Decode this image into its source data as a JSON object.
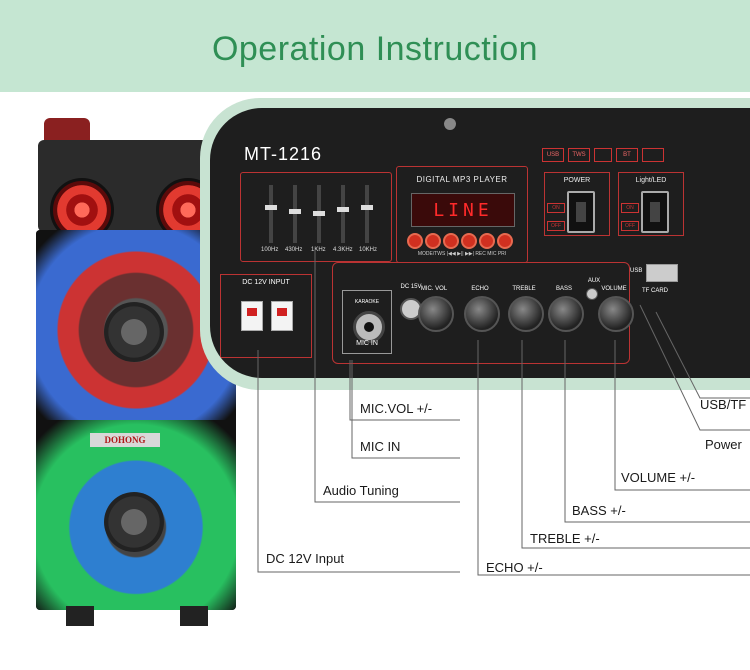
{
  "header": {
    "title": "Operation Instruction",
    "bg_color": "#c5e6d2",
    "title_color": "#2f8f55"
  },
  "speaker": {
    "brand": "DOHONG"
  },
  "panel": {
    "model": "MT-1216",
    "mp3_title": "DIGITAL MP3 PLAYER",
    "display_text": "LINE",
    "mp3_buttons_label": "MODE/TWS  |◀◀  ▶||  ▶▶|  REC  MIC PRI",
    "power_label": "POWER",
    "light_label": "Light/LED",
    "on_label": "ON",
    "off_label": "OFF",
    "dc_input_label": "DC 12V INPUT",
    "mic_in_label": "MIC IN",
    "karaoke_label": "KARAOKE",
    "dc15_label": "DC 15V",
    "aux_label": "AUX",
    "usb_label": "USB",
    "tf_card_label": "TF CARD",
    "knobs": [
      {
        "label": "MIC. VOL"
      },
      {
        "label": "ECHO"
      },
      {
        "label": "TREBLE"
      },
      {
        "label": "BASS"
      },
      {
        "label": "VOLUME"
      }
    ],
    "eq_bands": [
      "100Hz",
      "430Hz",
      "1KHz",
      "4.3KHz",
      "10KHz"
    ],
    "top_icons": [
      "USB",
      "TWS",
      "BT"
    ]
  },
  "callouts": {
    "usb_tf": "USB/TF",
    "power": "Power",
    "volume": "VOLUME +/-",
    "bass": "BASS +/-",
    "treble": "TREBLE +/-",
    "echo": "ECHO +/-",
    "mic_vol": "MIC.VOL +/-",
    "mic_in": "MIC IN",
    "audio_tuning": "Audio Tuning",
    "dc_input": "DC 12V Input"
  }
}
